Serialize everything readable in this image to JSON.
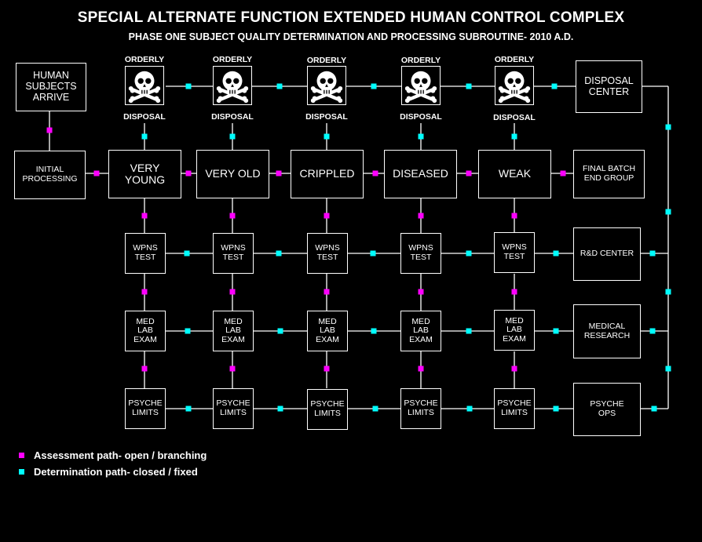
{
  "header": {
    "title": "SPECIAL ALTERNATE FUNCTION EXTENDED HUMAN CONTROL COMPLEX",
    "subtitle": "PHASE ONE SUBJECT QUALITY DETERMINATION AND PROCESSING SUBROUTINE- 2010 A.D."
  },
  "colors": {
    "assessment": "#ff00ff",
    "determination": "#00ffff",
    "line": "#ffffff",
    "background": "#000000"
  },
  "nodes": {
    "arrive": "HUMAN\nSUBJECTS\nARRIVE",
    "initial": "INITIAL\nPROCESSING",
    "categories": [
      "VERY YOUNG",
      "VERY OLD",
      "CRIPPLED",
      "DISEASED",
      "WEAK"
    ],
    "final_batch": "FINAL BATCH\nEND GROUP",
    "disposal_center": "DISPOSAL\nCENTER",
    "orderly_label": "ORDERLY",
    "disposal_label": "DISPOSAL",
    "skull_icon": "skull-and-crossbones-icon",
    "wpns": "WPNS\nTEST",
    "med": "MED\nLAB\nEXAM",
    "psyche": "PSYCHE\nLIMITS",
    "rd_center": "R&D CENTER",
    "medical_research": "MEDICAL\nRESEARCH",
    "psyche_ops": "PSYCHE\nOPS"
  },
  "legend": [
    {
      "color": "#ff00ff",
      "text": "Assessment path- open / branching"
    },
    {
      "color": "#00ffff",
      "text": "Determination path- closed / fixed"
    }
  ]
}
